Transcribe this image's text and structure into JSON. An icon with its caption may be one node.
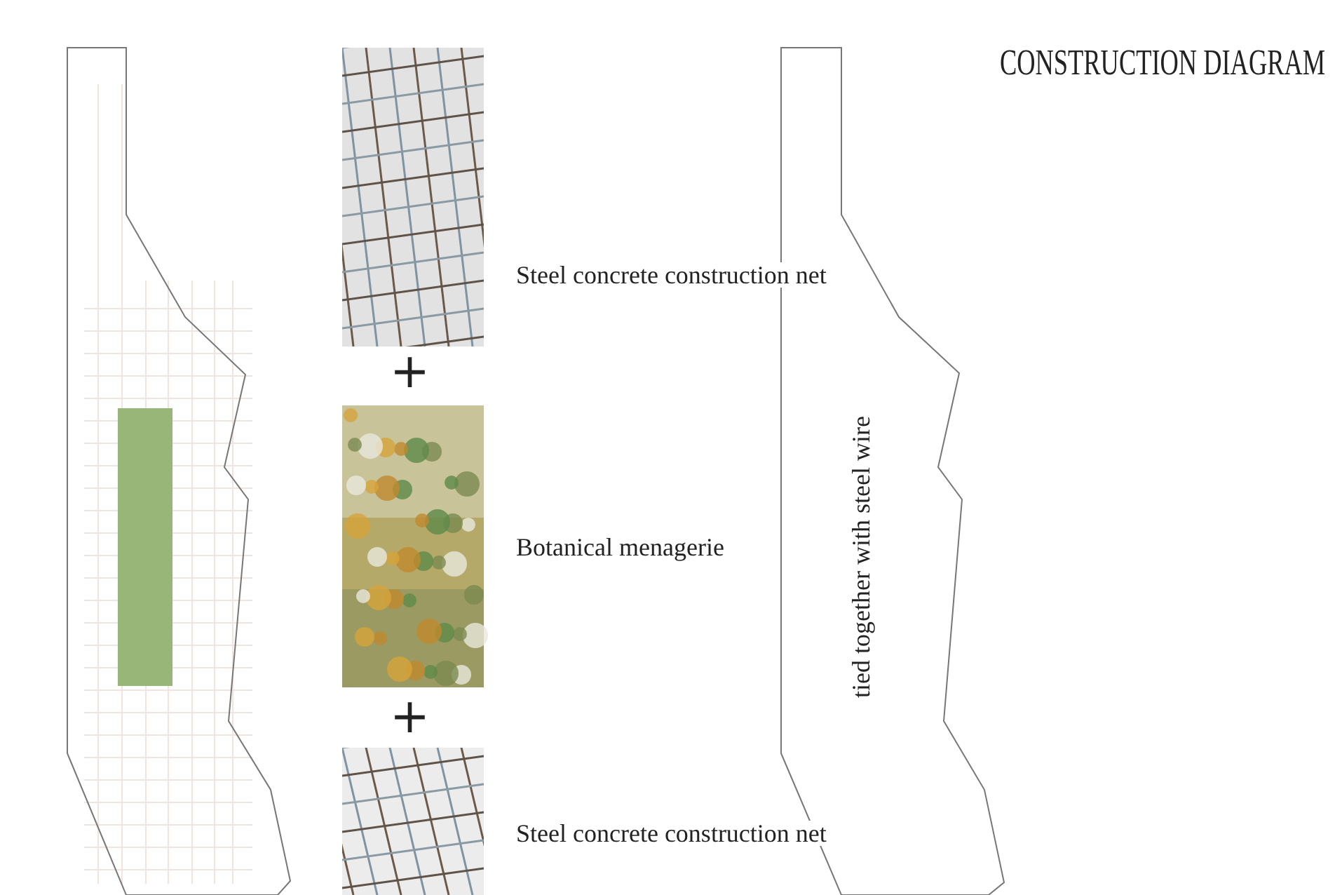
{
  "diagram": {
    "title": "CONSTRUCTION DIAGRAM",
    "labels": [
      "Steel concrete construction net",
      "+",
      "Botanical menagerie",
      "+",
      "Steel concrete construction net",
      "tied together with steel wire"
    ]
  }
}
